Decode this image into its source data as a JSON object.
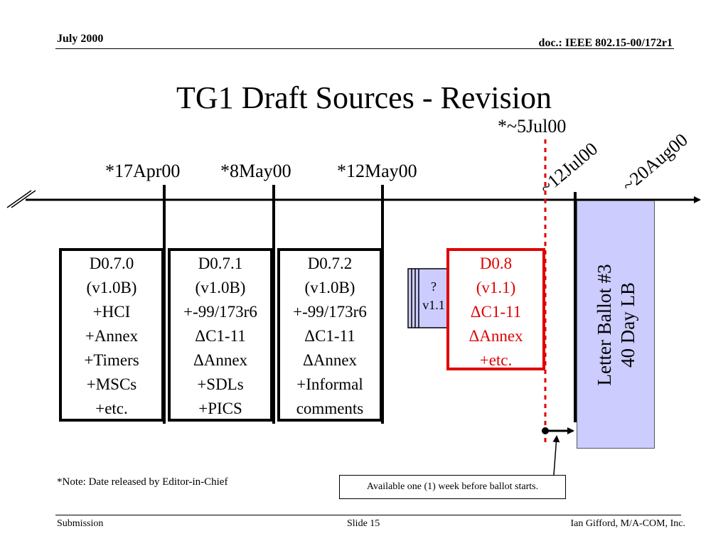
{
  "header": {
    "date": "July 2000",
    "doc": "doc.: IEEE 802.15-00/172r1"
  },
  "title": "TG1 Draft Sources - Revision",
  "timeline": {
    "dates": [
      "*17Apr00",
      "*8May00",
      "*12May00"
    ],
    "marker_top": "*~5Jul00",
    "rotated_1": "~12Jul00",
    "rotated_2": "~20Aug00"
  },
  "drafts": [
    {
      "lines": [
        "D0.7.0",
        "(v1.0B)",
        "+HCI",
        "+Annex",
        "+Timers",
        "+MSCs",
        "+etc."
      ]
    },
    {
      "lines": [
        "D0.7.1",
        "(v1.0B)",
        "+-99/173r6",
        "ΔC1-11",
        "ΔAnnex",
        "+SDLs",
        "+PICS"
      ]
    },
    {
      "lines": [
        "D0.7.2",
        "(v1.0B)",
        "+-99/173r6",
        "ΔC1-11",
        "ΔAnnex",
        "+Informal",
        "comments"
      ]
    },
    {
      "lines": [
        "D0.8",
        "(v1.1)",
        "ΔC1-11",
        "ΔAnnex",
        "+etc."
      ]
    }
  ],
  "arrow_label": [
    "?",
    "v1.1"
  ],
  "ballot": [
    "Letter Ballot #3",
    "40 Day LB"
  ],
  "note": "*Note: Date released by Editor-in-Chief",
  "callout": "Available one (1) week before ballot starts.",
  "footer": {
    "left": "Submission",
    "center": "Slide 15",
    "right": "Ian Gifford, M/A-COM, Inc."
  },
  "colors": {
    "red": "#e00000",
    "ballot_fill": "#ccccff",
    "arrow_fill": "#ccccff"
  }
}
